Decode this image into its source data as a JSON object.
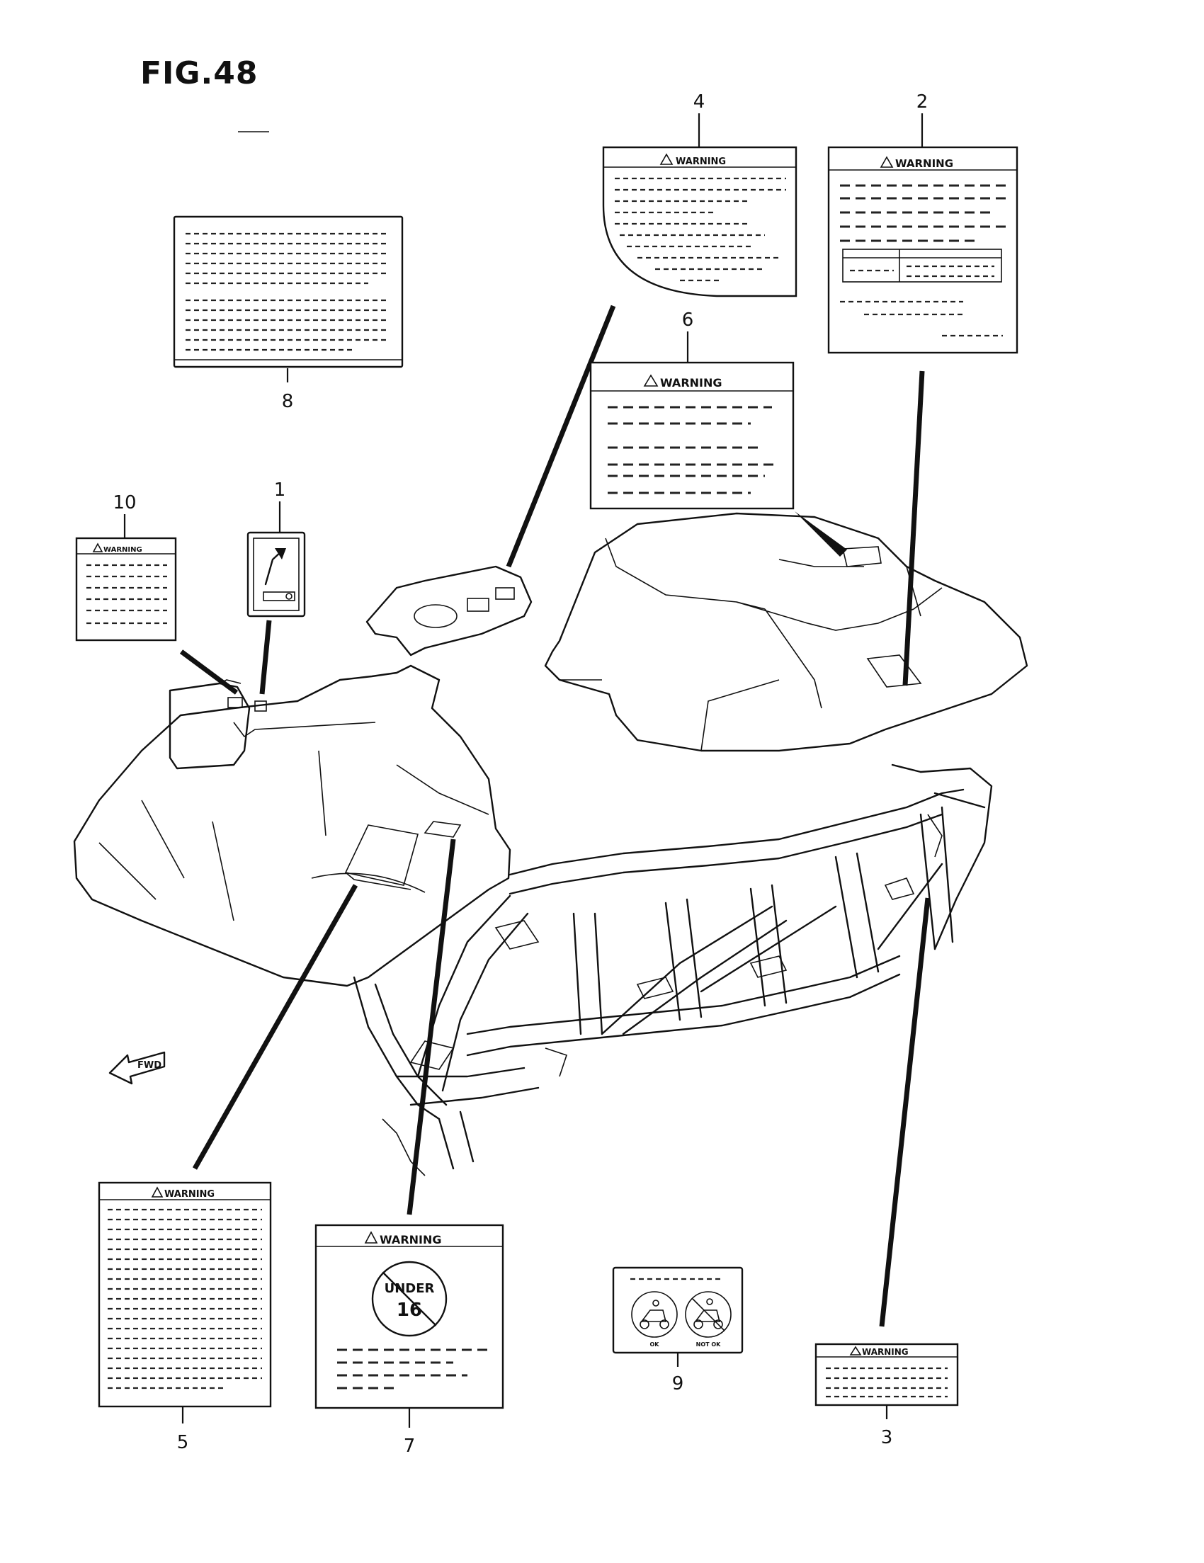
{
  "figure_title": "FIG.48",
  "warning_text": "WARNING",
  "labels": [
    {
      "id": "1",
      "text": "1"
    },
    {
      "id": "2",
      "text": "2"
    },
    {
      "id": "3",
      "text": "3"
    },
    {
      "id": "4",
      "text": "4"
    },
    {
      "id": "5",
      "text": "5"
    },
    {
      "id": "6",
      "text": "6"
    },
    {
      "id": "7",
      "text": "7"
    },
    {
      "id": "8",
      "text": "8"
    },
    {
      "id": "9",
      "text": "9"
    },
    {
      "id": "10",
      "text": "10"
    }
  ],
  "under16_text": "UNDER",
  "under16_number": "16",
  "label9_left_caption": "OK",
  "label9_right_caption": "NOT OK",
  "fwd_arrow_text": "FWD"
}
